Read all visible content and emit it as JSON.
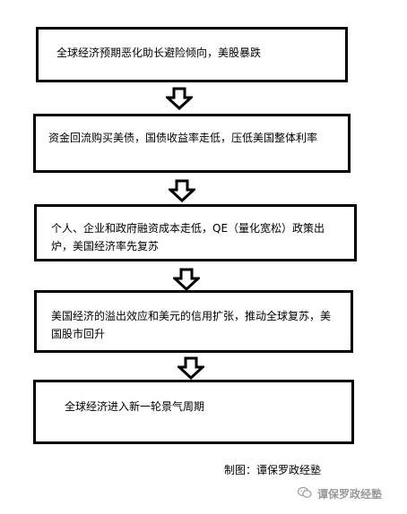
{
  "steps": [
    {
      "text": "全球经济预期恶化助长避险倾向，美股暴跌"
    },
    {
      "text": "资金回流购买美债，国债收益率走低，压低美国整体利率"
    },
    {
      "text": "个人、企业和政府融资成本走低，QE（量化宽松）政策出炉，美国经济率先复苏"
    },
    {
      "text": "美国经济的溢出效应和美元的信用扩张，推动全球复苏，美国股市回升"
    },
    {
      "text": "全球经济进入新一轮景气周期"
    }
  ],
  "credit": "制图：谭保罗政经塾",
  "watermark": "谭保罗政经塾",
  "colors": {
    "border": "#000000",
    "watermark": "#9a9a9a"
  }
}
